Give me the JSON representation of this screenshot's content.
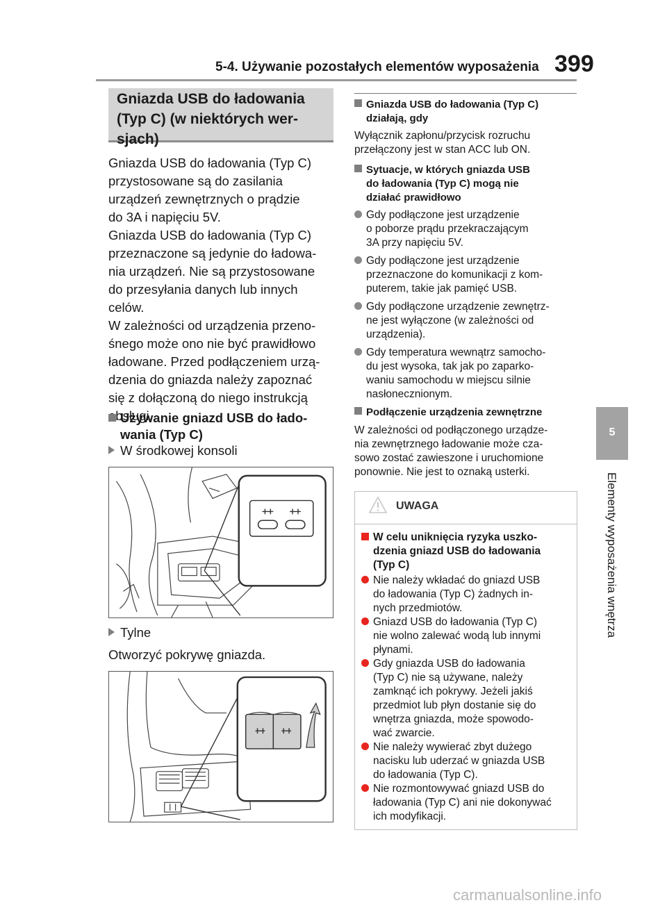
{
  "header": {
    "section": "5-4. Używanie pozostałych elementów wyposażenia",
    "page": "399"
  },
  "side": {
    "chapter": "5",
    "label": "Elementy wyposażenia wnętrza"
  },
  "section_title": [
    "Gniazda USB do ładowania",
    "(Typ C) (w niektórych wer-",
    "sjach)"
  ],
  "left": {
    "intro": [
      "Gniazda USB do ładowania (Typ C)",
      "przystosowane są do zasilania",
      "urządzeń zewnętrznych o prądzie",
      "do 3A i napięciu 5V.",
      "Gniazda USB do ładowania (Typ C)",
      "przeznaczone są jedynie do ładowa-",
      "nia urządzeń. Nie są przystosowane",
      "do przesyłania danych lub innych",
      "celów.",
      "W zależności od urządzenia przeno-",
      "śnego może ono nie być prawidłowo",
      "ładowane. Przed podłączeniem urzą-",
      "dzenia do gniazda należy zapoznać",
      "się z dołączoną do niego instrukcją",
      "obsługi."
    ],
    "sub_heading": [
      "Używanie gniazd USB do łado-",
      "wania (Typ C)"
    ],
    "location1": "W środkowej konsoli",
    "location2": "Tylne",
    "location2_text": "Otworzyć pokrywę gniazda."
  },
  "right": {
    "h1": [
      "Gniazda USB do ładowania (Typ C)",
      "działają, gdy"
    ],
    "p1": [
      "Wyłącznik zapłonu/przycisk rozruchu",
      "przełączony jest w stan ACC lub ON."
    ],
    "h2": [
      "Sytuacje, w których gniazda USB",
      "do ładowania (Typ C) mogą nie",
      "działać prawidłowo"
    ],
    "bullets": [
      [
        "Gdy podłączone jest urządzenie",
        "o poborze prądu przekraczającym",
        "3A przy napięciu 5V."
      ],
      [
        "Gdy podłączone jest urządzenie",
        "przeznaczone do komunikacji z kom-",
        "puterem, takie jak pamięć USB."
      ],
      [
        "Gdy podłączone urządzenie zewnętrz-",
        "ne jest wyłączone (w zależności od",
        "urządzenia)."
      ],
      [
        "Gdy temperatura wewnątrz samocho-",
        "du jest wysoka, tak jak po zaparko-",
        "waniu samochodu w miejscu silnie",
        "nasłonecznionym."
      ]
    ],
    "h3": "Podłączenie urządzenia zewnętrzne",
    "p3": [
      "W zależności od podłączonego urządze-",
      "nia zewnętrznego ładowanie może cza-",
      "sowo zostać zawieszone i uruchomione",
      "ponownie. Nie jest to oznaką usterki."
    ]
  },
  "warning": {
    "title": "UWAGA",
    "heading": [
      "W celu uniknięcia ryzyka uszko-",
      "dzenia gniazd USB do ładowania",
      "(Typ C)"
    ],
    "items": [
      [
        "Nie należy wkładać do gniazd USB",
        "do ładowania (Typ C) żadnych in-",
        "nych przedmiotów."
      ],
      [
        "Gniazd USB do ładowania (Typ C)",
        "nie wolno zalewać wodą lub innymi",
        "płynami."
      ],
      [
        "Gdy gniazda USB do ładowania",
        "(Typ C) nie są używane, należy",
        "zamknąć ich pokrywy. Jeżeli jakiś",
        "przedmiot lub płyn dostanie się do",
        "wnętrza gniazda, może spowodo-",
        "wać zwarcie."
      ],
      [
        "Nie należy wywierać zbyt dużego",
        "nacisku lub uderzać w gniazda USB",
        "do ładowania (Typ C)."
      ],
      [
        "Nie rozmontowywać gniazd USB do",
        "ładowania (Typ C) ani nie dokonywać",
        "ich modyfikacji."
      ]
    ]
  },
  "watermark": "carmanualsonline.info",
  "colors": {
    "warning_red": "#e8261f",
    "tab_gray": "#a3a3a3",
    "section_bg": "#d4d4d4"
  }
}
